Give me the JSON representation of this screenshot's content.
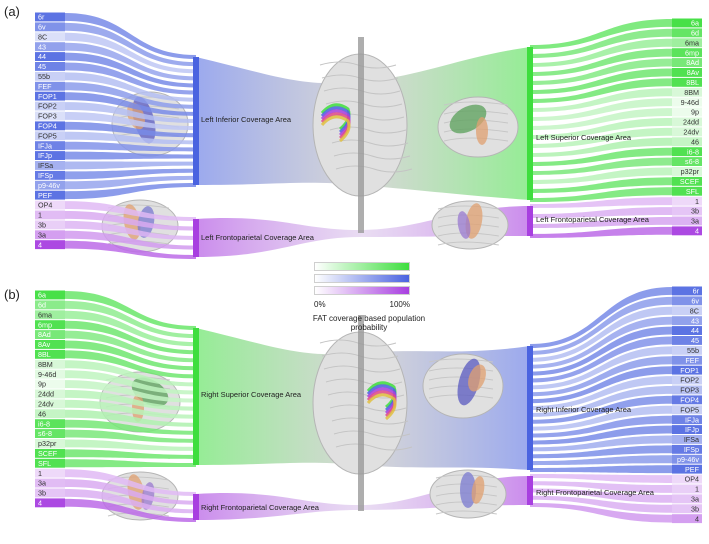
{
  "panels": [
    {
      "label": "(a)",
      "left_labels": [
        "6r",
        "6v",
        "8C",
        "43",
        "44",
        "45",
        "55b",
        "FEF",
        "FOP1",
        "FOP2",
        "FOP3",
        "FOP4",
        "FOP5",
        "IFJa",
        "IFJp",
        "IFSa",
        "IFSp",
        "p9-46v",
        "PEF",
        "OP4",
        "1",
        "3b",
        "3a",
        "4"
      ],
      "left_intensity": [
        0.9,
        0.7,
        0.2,
        0.6,
        0.9,
        0.8,
        0.3,
        0.7,
        0.9,
        0.3,
        0.2,
        0.9,
        0.3,
        0.8,
        0.9,
        0.5,
        0.85,
        0.6,
        0.9,
        0.2,
        0.35,
        0.25,
        0.5,
        0.95
      ],
      "left_split": 19,
      "right_labels": [
        "6a",
        "6d",
        "6ma",
        "6mp",
        "8Ad",
        "8Av",
        "8BL",
        "8BM",
        "9-46d",
        "9p",
        "24dd",
        "24dv",
        "46",
        "i6-8",
        "s6-8",
        "p32pr",
        "SCEF",
        "SFL",
        "1",
        "3b",
        "3a",
        "4"
      ],
      "right_intensity": [
        0.95,
        0.8,
        0.5,
        0.85,
        0.7,
        0.9,
        0.9,
        0.2,
        0.1,
        0.1,
        0.2,
        0.2,
        0.3,
        0.9,
        0.8,
        0.2,
        0.9,
        0.9,
        0.2,
        0.3,
        0.4,
        0.95
      ],
      "right_split": 18,
      "left_main_label": "Left Inferior Coverage Area",
      "left_sub_label": "Left Frontoparietal Coverage Area",
      "right_main_label": "Left Superior Coverage Area",
      "right_sub_label": "Left Frontoparietal Coverage Area",
      "left_main_color": "blue",
      "right_main_color": "green"
    },
    {
      "label": "(b)",
      "left_labels": [
        "6a",
        "6d",
        "6ma",
        "6mp",
        "8Ad",
        "8Av",
        "8BL",
        "8BM",
        "9-46d",
        "9p",
        "24dd",
        "24dv",
        "46",
        "i6-8",
        "s6-8",
        "p32pr",
        "SCEF",
        "SFL",
        "1",
        "3a",
        "3b",
        "4"
      ],
      "left_intensity": [
        0.95,
        0.6,
        0.5,
        0.9,
        0.7,
        0.9,
        0.9,
        0.2,
        0.15,
        0.1,
        0.2,
        0.2,
        0.3,
        0.85,
        0.8,
        0.2,
        0.9,
        0.9,
        0.2,
        0.35,
        0.3,
        0.95
      ],
      "left_split": 18,
      "right_labels": [
        "6r",
        "6v",
        "8C",
        "43",
        "44",
        "45",
        "55b",
        "FEF",
        "FOP1",
        "FOP2",
        "FOP3",
        "FOP4",
        "FOP5",
        "IFJa",
        "IFJp",
        "IFSa",
        "IFSp",
        "p9-46v",
        "PEF",
        "OP4",
        "1",
        "3a",
        "3b",
        "4"
      ],
      "right_intensity": [
        0.9,
        0.7,
        0.3,
        0.6,
        0.9,
        0.8,
        0.3,
        0.7,
        0.9,
        0.3,
        0.4,
        0.85,
        0.3,
        0.8,
        0.9,
        0.5,
        0.85,
        0.7,
        0.9,
        0.2,
        0.25,
        0.3,
        0.3,
        0.5
      ],
      "right_split": 19,
      "left_main_label": "Right Superior Coverage Area",
      "left_sub_label": "Right Frontoparietal Coverage Area",
      "right_main_label": "Right Inferior Coverage Area",
      "right_sub_label": "Right Frontoparietal Coverage Area",
      "left_main_color": "green",
      "right_main_color": "blue"
    }
  ],
  "colors": {
    "blue": "#4a63e0",
    "green": "#3ede3e",
    "purple": "#a83fe0",
    "brain": "#e0e0e0"
  },
  "colorbar": {
    "min_label": "0%",
    "max_label": "100%",
    "caption": "FAT coverage based population probability"
  }
}
